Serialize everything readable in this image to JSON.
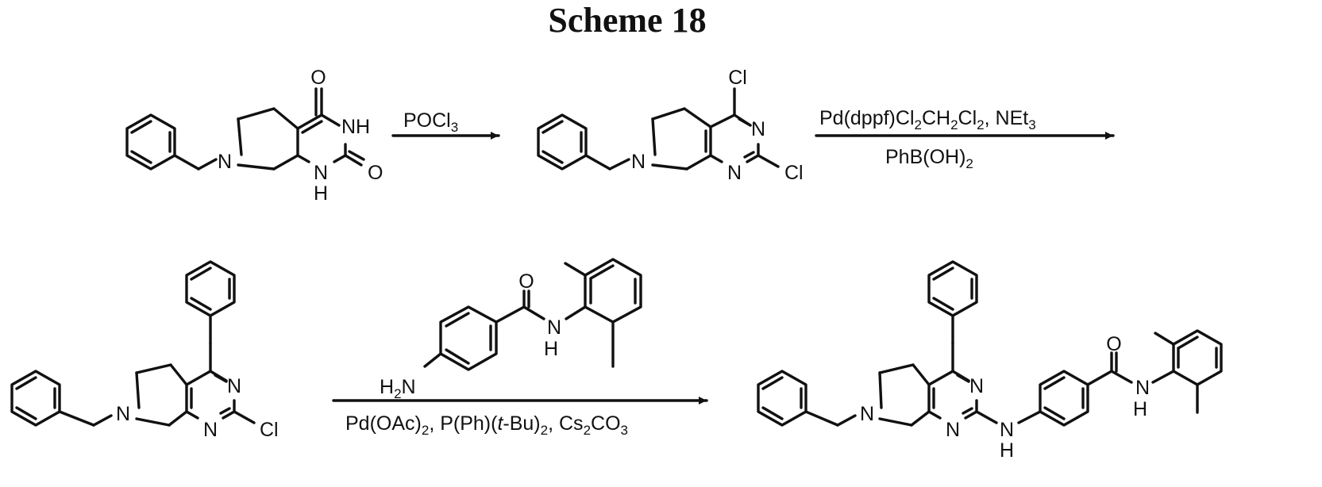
{
  "title": "Scheme 18",
  "reagents": {
    "step1": "POCl3",
    "step2_above": "Pd(dppf)Cl2CH2Cl2, NEt3",
    "step2_below": "PhB(OH)2",
    "step3_above": "H2N",
    "step3_below": "Pd(OAc)2, P(Ph)(t-Bu)2, Cs2CO3"
  },
  "atoms": {
    "O": "O",
    "N": "N",
    "NH": "NH",
    "H": "H",
    "Cl": "Cl"
  }
}
